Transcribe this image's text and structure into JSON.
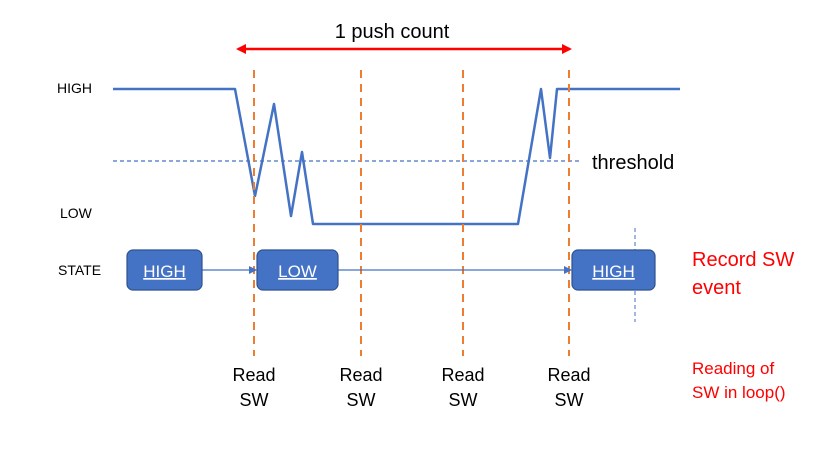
{
  "title": "1 push count",
  "labels": {
    "high": "HIGH",
    "low": "LOW",
    "state": "STATE",
    "threshold": "threshold"
  },
  "states": [
    {
      "text": "HIGH"
    },
    {
      "text": "LOW"
    },
    {
      "text": "HIGH"
    }
  ],
  "readings": [
    {
      "line1": "Read",
      "line2": "SW"
    },
    {
      "line1": "Read",
      "line2": "SW"
    },
    {
      "line1": "Read",
      "line2": "SW"
    },
    {
      "line1": "Read",
      "line2": "SW"
    }
  ],
  "notes": {
    "record_line1": "Record SW",
    "record_line2": "event",
    "reading_line1": "Reading of",
    "reading_line2": "SW in loop()"
  },
  "colors": {
    "signal": "#4472C4",
    "box_fill": "#4472C4",
    "box_stroke": "#2F528F",
    "read_line": "#ED7D31",
    "arrow": "#FF0000",
    "note": "#FF0000",
    "threshold": "#4472C4",
    "text": "#000000"
  }
}
